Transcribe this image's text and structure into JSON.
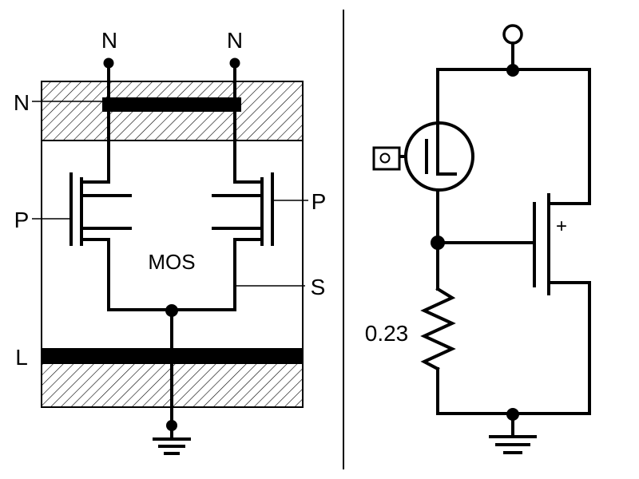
{
  "left_panel": {
    "top_terminal_left": "N",
    "top_terminal_right": "N",
    "layer_top_label": "N",
    "gate_left_label": "P",
    "gate_right_label": "P",
    "device_label": "MOS",
    "source_label": "S",
    "layer_bottom_label": "L"
  },
  "right_panel": {
    "resistor_label": "0.23",
    "polarity_mark": "+"
  }
}
